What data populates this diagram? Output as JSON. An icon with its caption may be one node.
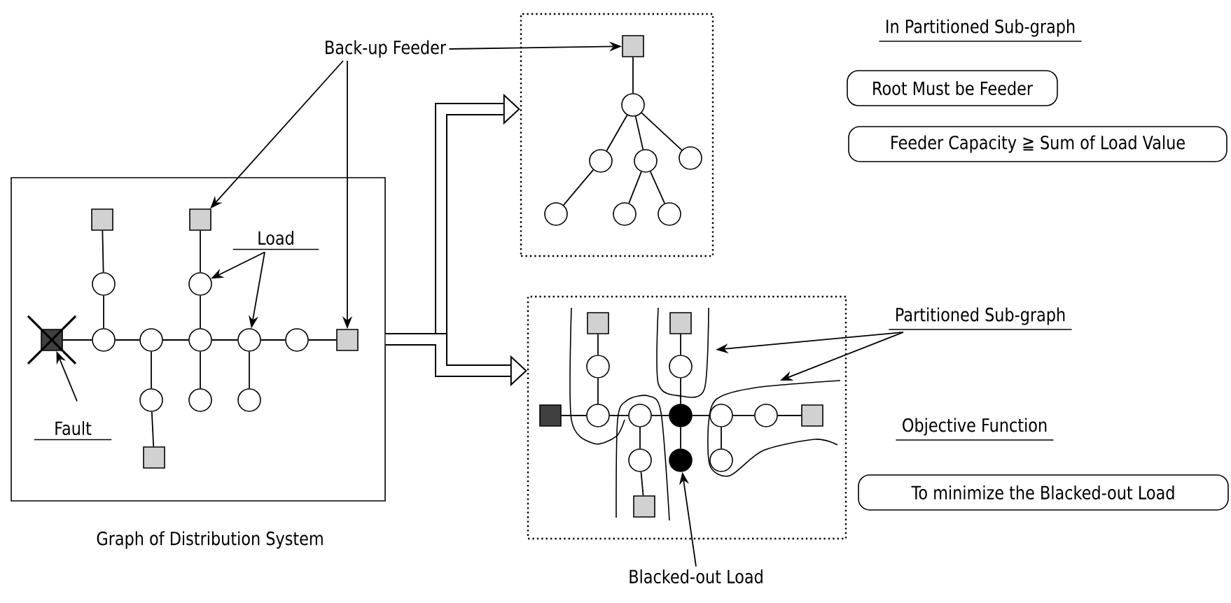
{
  "diagram": {
    "nodes": [
      {
        "text": [
          "Graph of Distribution System"
        ]
      },
      {
        "text": [],
        "shape": "box"
      },
      {
        "text": [],
        "shape": "box"
      },
      {
        "text": [
          "Back-up Feeder"
        ]
      },
      {
        "text": [
          "Load"
        ],
        "in": 0
      },
      {
        "text": [
          "Fault"
        ],
        "in": 0
      },
      {
        "text": [
          "Partitioned Sub-graph"
        ]
      },
      {
        "text": [
          "Blacked-out Load"
        ]
      },
      {
        "text": [
          "Root Must be Feeder"
        ]
      },
      {
        "text": [
          "Feeder Capacity ≧ Sum of Load Value"
        ]
      },
      {
        "text": [
          "To minimize the Blacked-out Load"
        ]
      },
      {
        "text": [],
        "shape": "box",
        "in": 0
      },
      {
        "text": [],
        "shape": "box",
        "in": 0
      },
      {
        "text": [],
        "shape": "circle",
        "in": 0
      },
      {
        "text": [],
        "shape": "circle",
        "in": 0
      },
      {
        "text": [],
        "shape": "box",
        "in": 0
      },
      {
        "text": [],
        "shape": "circle",
        "in": 0
      },
      {
        "text": [],
        "shape": "circle",
        "in": 0
      },
      {
        "text": [],
        "shape": "circle",
        "in": 0
      },
      {
        "text": [],
        "shape": "circle",
        "in": 0
      },
      {
        "text": [],
        "shape": "circle",
        "in": 0
      },
      {
        "text": [],
        "shape": "box",
        "in": 0
      },
      {
        "text": [],
        "shape": "circle",
        "in": 0
      },
      {
        "text": [],
        "shape": "circle",
        "in": 0
      },
      {
        "text": [],
        "shape": "circle",
        "in": 0
      },
      {
        "text": [],
        "shape": "box",
        "in": 0
      },
      {
        "text": [],
        "shape": "box",
        "in": 1
      },
      {
        "text": [],
        "shape": "circle",
        "in": 1
      },
      {
        "text": [],
        "shape": "circle",
        "in": 1
      },
      {
        "text": [],
        "shape": "circle",
        "in": 1
      },
      {
        "text": [],
        "shape": "circle",
        "in": 1
      },
      {
        "text": [],
        "shape": "circle",
        "in": 1
      },
      {
        "text": [],
        "shape": "circle",
        "in": 1
      },
      {
        "text": [],
        "shape": "circle",
        "in": 1
      },
      {
        "text": [],
        "shape": "box",
        "in": 2
      },
      {
        "text": [],
        "shape": "box",
        "in": 2
      },
      {
        "text": [],
        "shape": "circle",
        "in": 2
      },
      {
        "text": [],
        "shape": "circle",
        "in": 2
      },
      {
        "text": [],
        "shape": "box",
        "in": 2
      },
      {
        "text": [],
        "shape": "circle",
        "in": 2
      },
      {
        "text": [],
        "shape": "circle",
        "in": 2
      },
      {
        "text": [],
        "shape": "circle",
        "in": 2
      },
      {
        "text": [],
        "shape": "circle",
        "in": 2
      },
      {
        "text": [],
        "shape": "circle",
        "in": 2
      },
      {
        "text": [],
        "shape": "box",
        "in": 2
      },
      {
        "text": [],
        "shape": "circle",
        "in": 2
      },
      {
        "text": [],
        "shape": "circle",
        "in": 2
      },
      {
        "text": [],
        "shape": "circle",
        "in": 2
      },
      {
        "text": [],
        "shape": "box",
        "in": 2
      }
    ],
    "edges": [
      {
        "from": 0,
        "to": 1,
        "arrow": "to",
        "style": "thick"
      },
      {
        "from": 0,
        "to": 2,
        "arrow": "to",
        "style": "thick"
      },
      {
        "from": 3,
        "to": 12,
        "arrow": "to"
      },
      {
        "from": 3,
        "to": 21,
        "arrow": "to"
      },
      {
        "from": 3,
        "to": 26,
        "arrow": "to"
      },
      {
        "from": 4,
        "to": 14,
        "arrow": "to"
      },
      {
        "from": 4,
        "to": 19,
        "arrow": "to"
      },
      {
        "from": 5,
        "to": 15,
        "arrow": "to"
      },
      {
        "from": 6,
        "to": null,
        "arrow": "to"
      },
      {
        "from": 6,
        "to": null,
        "arrow": "to"
      },
      {
        "from": 7,
        "to": 46,
        "arrow": "to"
      },
      {
        "from": 11,
        "to": 13,
        "arrow": "none"
      },
      {
        "from": 13,
        "to": 16,
        "arrow": "none"
      },
      {
        "from": 12,
        "to": 14,
        "arrow": "none"
      },
      {
        "from": 14,
        "to": 18,
        "arrow": "none"
      },
      {
        "from": 15,
        "to": 16,
        "arrow": "none"
      },
      {
        "from": 16,
        "to": 17,
        "arrow": "none"
      },
      {
        "from": 17,
        "to": 18,
        "arrow": "none"
      },
      {
        "from": 18,
        "to": 19,
        "arrow": "none"
      },
      {
        "from": 19,
        "to": 20,
        "arrow": "none"
      },
      {
        "from": 20,
        "to": 21,
        "arrow": "none"
      },
      {
        "from": 17,
        "to": 22,
        "arrow": "none"
      },
      {
        "from": 22,
        "to": 25,
        "arrow": "none"
      },
      {
        "from": 18,
        "to": 23,
        "arrow": "none"
      },
      {
        "from": 19,
        "to": 24,
        "arrow": "none"
      },
      {
        "from": 26,
        "to": 27,
        "arrow": "none"
      },
      {
        "from": 27,
        "to": 28,
        "arrow": "none"
      },
      {
        "from": 27,
        "to": 29,
        "arrow": "none"
      },
      {
        "from": 27,
        "to": 30,
        "arrow": "none"
      },
      {
        "from": 28,
        "to": 31,
        "arrow": "none"
      },
      {
        "from": 29,
        "to": 32,
        "arrow": "none"
      },
      {
        "from": 29,
        "to": 33,
        "arrow": "none"
      },
      {
        "from": 34,
        "to": 36,
        "arrow": "none"
      },
      {
        "from": 36,
        "to": 39,
        "arrow": "none"
      },
      {
        "from": 35,
        "to": 37,
        "arrow": "none"
      },
      {
        "from": 37,
        "to": 41,
        "arrow": "none"
      },
      {
        "from": 38,
        "to": 39,
        "arrow": "none"
      },
      {
        "from": 39,
        "to": 40,
        "arrow": "none"
      },
      {
        "from": 40,
        "to": 41,
        "arrow": "none"
      },
      {
        "from": 41,
        "to": 42,
        "arrow": "none"
      },
      {
        "from": 42,
        "to": 43,
        "arrow": "none"
      },
      {
        "from": 43,
        "to": 44,
        "arrow": "none"
      },
      {
        "from": 40,
        "to": 45,
        "arrow": "none"
      },
      {
        "from": 45,
        "to": 48,
        "arrow": "none"
      },
      {
        "from": 41,
        "to": 46,
        "arrow": "none"
      },
      {
        "from": 42,
        "to": 47,
        "arrow": "none"
      }
    ],
    "labels": [
      "In Partitioned Sub-graph",
      "Objective Function"
    ]
  }
}
